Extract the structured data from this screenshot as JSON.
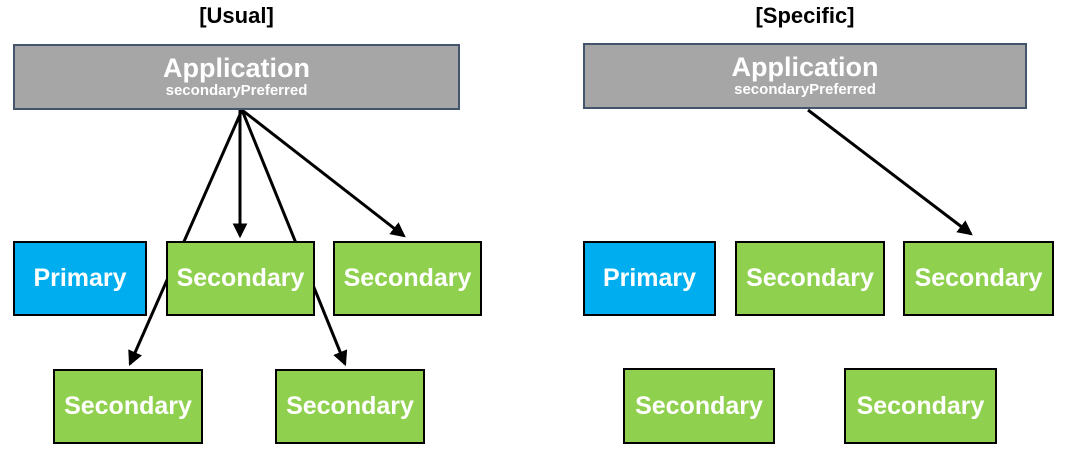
{
  "colors": {
    "primary_fill": "#00AEEF",
    "secondary_fill": "#8FD04E",
    "application_fill": "#A6A6A6",
    "application_border": "#44546A",
    "arrow_color": "#000000",
    "title_color": "#000000",
    "label_color": "#FFFFFF"
  },
  "diagrams": [
    {
      "title": "[Usual]",
      "application": {
        "name": "Application",
        "read_preference": "secondaryPreferred"
      },
      "nodes": [
        {
          "label": "Primary",
          "role": "primary"
        },
        {
          "label": "Secondary",
          "role": "secondary"
        },
        {
          "label": "Secondary",
          "role": "secondary"
        },
        {
          "label": "Secondary",
          "role": "secondary"
        },
        {
          "label": "Secondary",
          "role": "secondary"
        }
      ],
      "connections": [
        {
          "from": "application",
          "to": "secondary-1"
        },
        {
          "from": "application",
          "to": "secondary-2"
        },
        {
          "from": "application",
          "to": "secondary-3"
        },
        {
          "from": "application",
          "to": "secondary-4"
        }
      ]
    },
    {
      "title": "[Specific]",
      "application": {
        "name": "Application",
        "read_preference": "secondaryPreferred"
      },
      "nodes": [
        {
          "label": "Primary",
          "role": "primary"
        },
        {
          "label": "Secondary",
          "role": "secondary"
        },
        {
          "label": "Secondary",
          "role": "secondary"
        },
        {
          "label": "Secondary",
          "role": "secondary"
        },
        {
          "label": "Secondary",
          "role": "secondary"
        }
      ],
      "connections": [
        {
          "from": "application",
          "to": "secondary-2"
        }
      ]
    }
  ]
}
